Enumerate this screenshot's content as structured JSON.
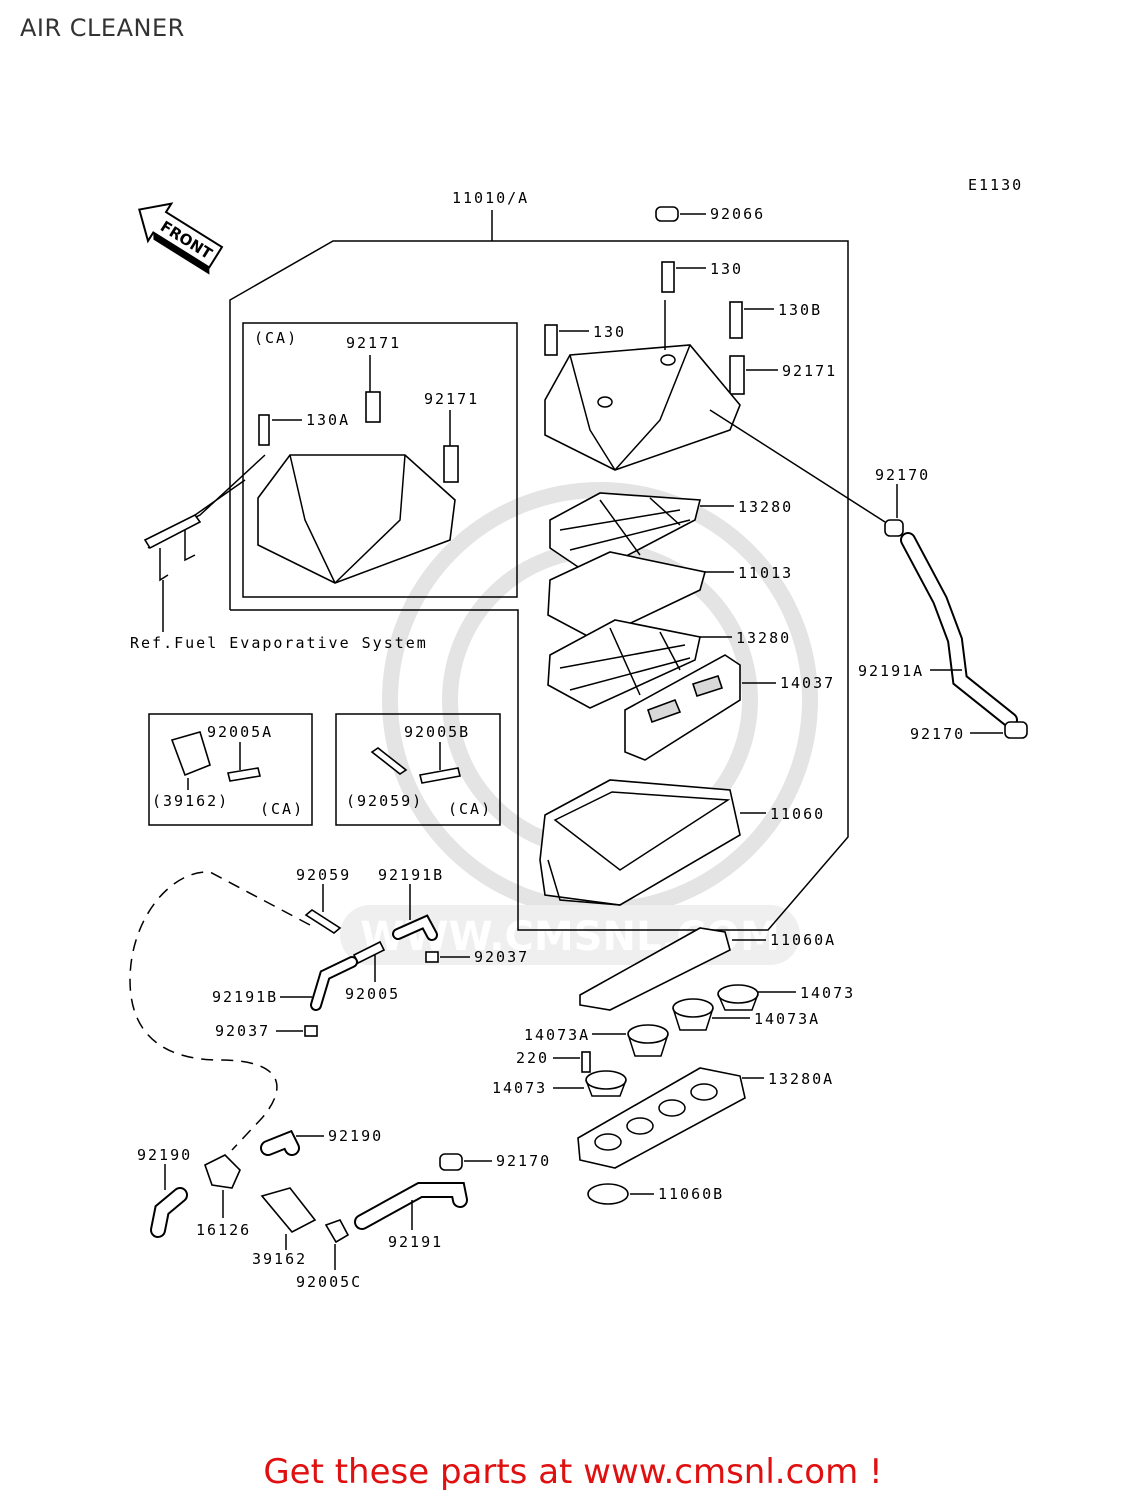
{
  "title": "AIR CLEANER",
  "diagram_code": "E1130",
  "front_arrow": "FRONT",
  "ref_note": "Ref.Fuel Evaporative System",
  "watermark_text": "WWW.CMSNL.COM",
  "footer": "Get these parts at www.cmsnl.com !",
  "colors": {
    "footer_text": "#e01010",
    "line": "#000000",
    "watermark": "#e4e4e4"
  },
  "labels": {
    "p11010a": "11010/A",
    "p92066": "92066",
    "p130_top": "130",
    "p130b": "130B",
    "p130_left": "130",
    "p92171_right": "92171",
    "p92170_a": "92170",
    "p13280_a": "13280",
    "p11013": "11013",
    "p13280_b": "13280",
    "p14037": "14037",
    "p92191a": "92191A",
    "p92170_b": "92170",
    "p11060": "11060",
    "p11060a": "11060A",
    "p14073_a": "14073",
    "p14073a_right": "14073A",
    "p14073a_left": "14073A",
    "p220": "220",
    "p14073_b": "14073",
    "p13280a": "13280A",
    "p11060b": "11060B",
    "p92170_c": "92170",
    "p92191": "92191",
    "p92005c": "92005C",
    "p39162": "39162",
    "p16126": "16126",
    "p92190_left": "92190",
    "p92190_right": "92190",
    "p92037_bottom": "92037",
    "p92191b_left": "92191B",
    "p92005": "92005",
    "p92037_mid": "92037",
    "p92059": "92059",
    "p92191b_top": "92191B",
    "ca_box_title": "(CA)",
    "ca_92171_a": "92171",
    "ca_92171_b": "92171",
    "ca_130a": "130A",
    "box_a_92005a": "92005A",
    "box_a_39162": "(39162)",
    "box_a_ca": "(CA)",
    "box_b_92005b": "92005B",
    "box_b_92059": "(92059)",
    "box_b_ca": "(CA)"
  }
}
